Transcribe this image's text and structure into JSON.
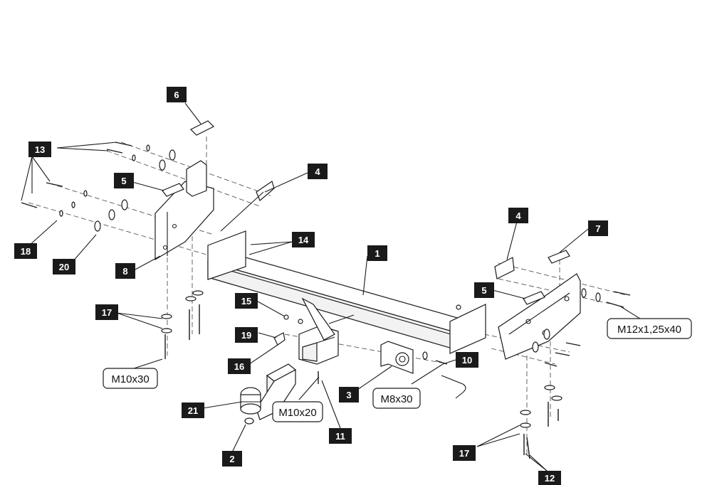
{
  "badges": {
    "b1": "1",
    "b2": "2",
    "b3": "3",
    "b4a": "4",
    "b4b": "4",
    "b5a": "5",
    "b5b": "5",
    "b6": "6",
    "b7": "7",
    "b8": "8",
    "b10": "10",
    "b11": "11",
    "b12": "12",
    "b13": "13",
    "b14": "14",
    "b15": "15",
    "b16": "16",
    "b17a": "17",
    "b17b": "17",
    "b18": "18",
    "b19": "19",
    "b20": "20",
    "b21": "21"
  },
  "callouts": {
    "m10x30": "M10x30",
    "m10x20": "M10x20",
    "m8x30": "M8x30",
    "m12x125x40": "M12x1,25x40"
  },
  "colors": {
    "badge": "#1a1a1a",
    "line": "#1a1a1a"
  }
}
